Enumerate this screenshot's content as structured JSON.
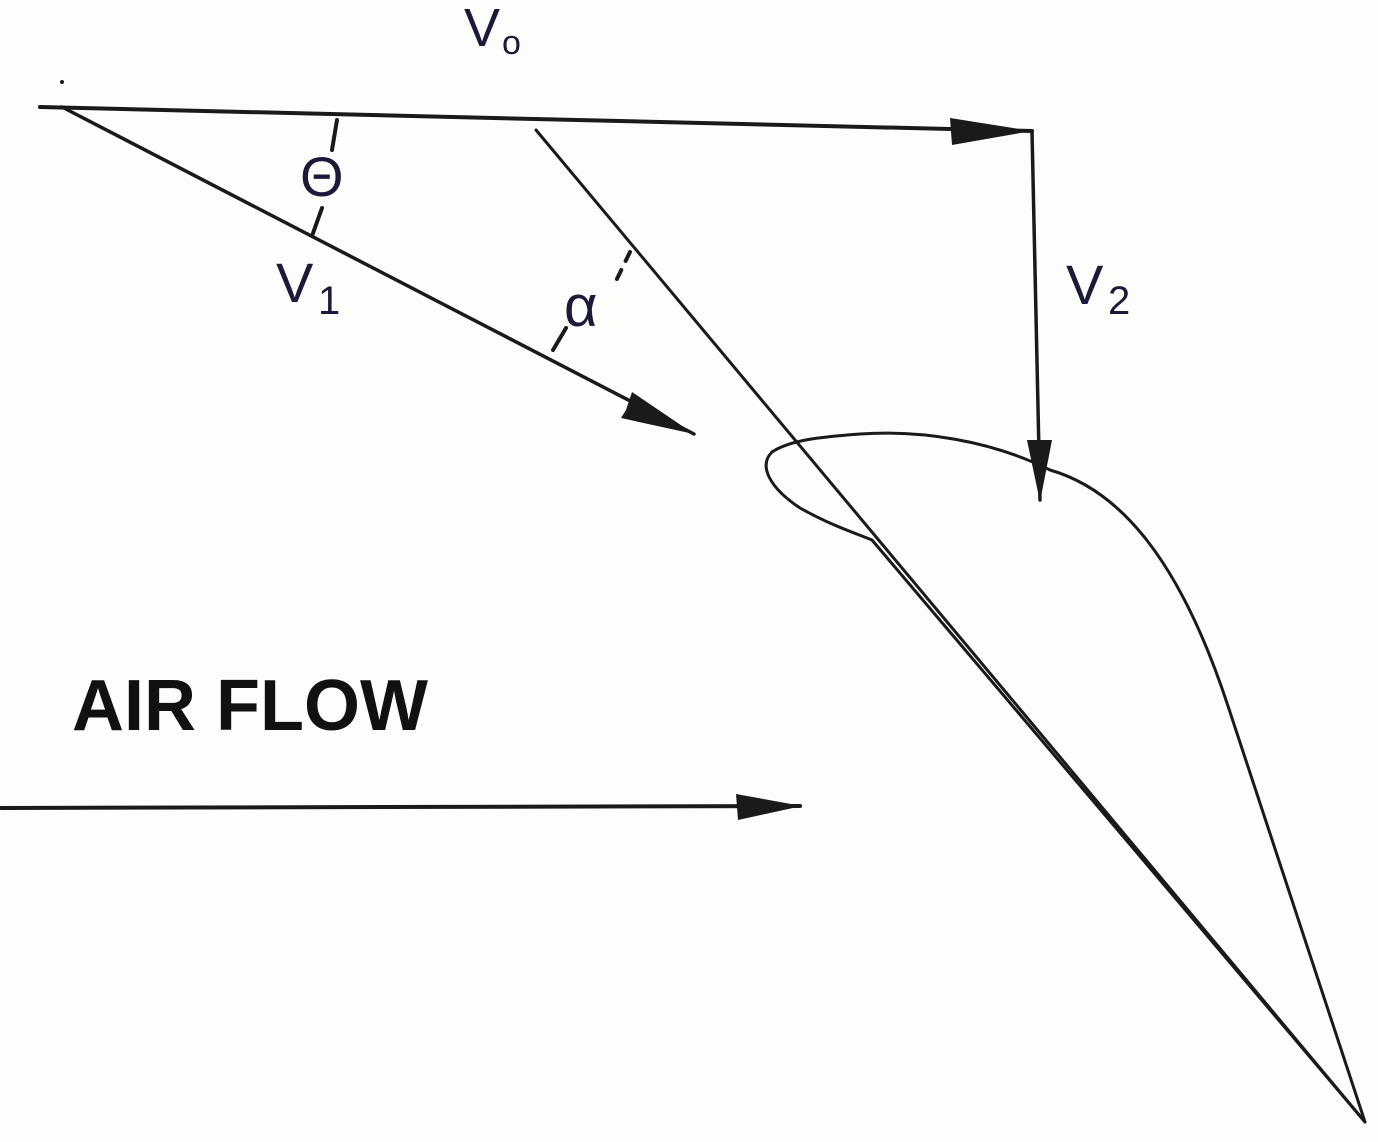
{
  "diagram": {
    "labels": {
      "v0_main": "V",
      "v0_sub": "o",
      "v1_main": "V",
      "v1_sub": "1",
      "v2_main": "V",
      "v2_sub": "2",
      "theta": "Θ",
      "alpha": "α",
      "air_flow": "AIR FLOW"
    },
    "colors": {
      "background": "#fdfdfb",
      "line": "#1a1a1a",
      "label": "#1c1a3a",
      "title": "#111111"
    }
  }
}
